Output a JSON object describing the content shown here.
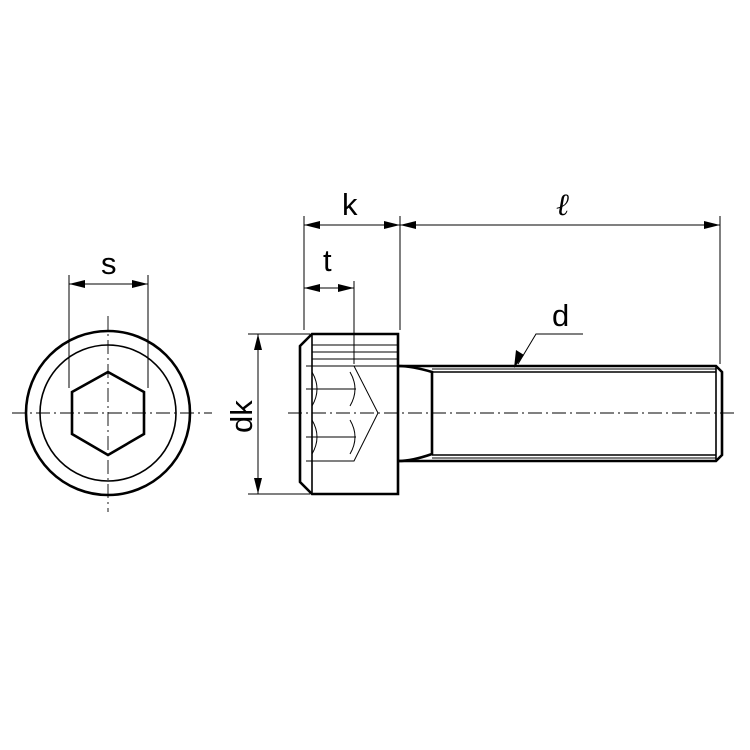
{
  "dimensions": {
    "s": "s",
    "k": "k",
    "t": "t",
    "l": "ℓ",
    "d": "d",
    "dk": "dk"
  }
}
